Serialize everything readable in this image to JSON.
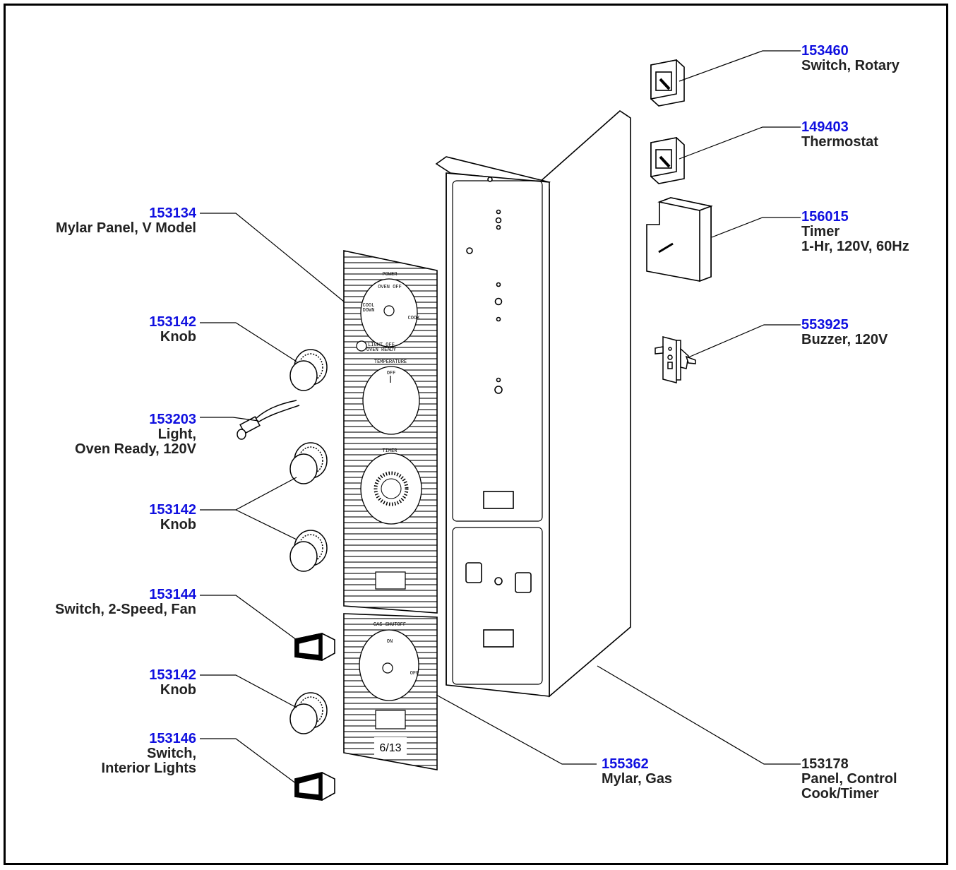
{
  "callouts": {
    "switch_rotary": {
      "part_number": "153460",
      "lines": [
        "Switch, Rotary"
      ]
    },
    "thermostat": {
      "part_number": "149403",
      "lines": [
        "Thermostat"
      ]
    },
    "timer": {
      "part_number": "156015",
      "lines": [
        "Timer",
        "1-Hr, 120V, 60Hz"
      ]
    },
    "buzzer": {
      "part_number": "553925",
      "lines": [
        "Buzzer, 120V"
      ]
    },
    "mylar_panel": {
      "part_number": "153134",
      "lines": [
        "Mylar Panel, V Model"
      ]
    },
    "knob_1": {
      "part_number": "153142",
      "lines": [
        "Knob"
      ]
    },
    "light": {
      "part_number": "153203",
      "lines": [
        "Light,",
        "Oven Ready, 120V"
      ]
    },
    "knob_2": {
      "part_number": "153142",
      "lines": [
        "Knob"
      ]
    },
    "switch_fan": {
      "part_number": "153144",
      "lines": [
        "Switch, 2-Speed, Fan"
      ]
    },
    "knob_3": {
      "part_number": "153142",
      "lines": [
        "Knob"
      ]
    },
    "switch_lights": {
      "part_number": "153146",
      "lines": [
        "Switch,",
        "Interior Lights"
      ]
    },
    "mylar_gas": {
      "part_number": "155362",
      "lines": [
        "Mylar, Gas"
      ]
    },
    "control_panel": {
      "part_number": "153178",
      "lines": [
        "Panel, Control",
        "Cook/Timer"
      ]
    }
  },
  "mylar_text": {
    "power": "POWER",
    "oven_off": "OVEN OFF",
    "cool_down": "COOL",
    "cool_down_2": "DOWN",
    "cook": "COOK",
    "light_off": "LIGHT OFF",
    "oven_ready": "OVEN READY",
    "temperature": "TEMPERATURE",
    "temp_off": "OFF",
    "timer": "TIMER",
    "gas_shutoff": "GAS SHUTOFF",
    "gas_on": "ON",
    "gas_off": "OFF",
    "date_code": "6/13"
  },
  "colors": {
    "part_number": "#1010e0",
    "text": "#222222"
  }
}
